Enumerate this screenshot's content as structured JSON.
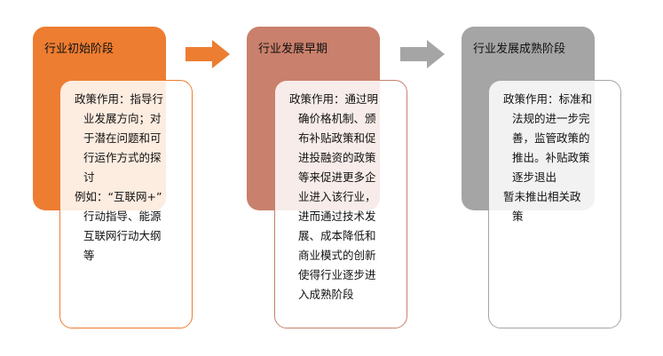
{
  "colors": {
    "stage1": "#ED7D31",
    "stage2": "#C9806C",
    "stage3": "#A5A5A5"
  },
  "stages": [
    {
      "title": "行业初始阶段",
      "lines": [
        "政策作用：指导行",
        "业发展方向；对",
        "于潜在问题和可",
        "行运作方式的探",
        "讨",
        "例如：“互联网+”",
        "行动指导、能源",
        "互联网行动大纲",
        "等"
      ]
    },
    {
      "title": "行业发展早期",
      "lines": [
        "政策作用：通过明",
        "确价格机制、颁",
        "布补贴政策和促",
        "进投融资的政策",
        "等来促进更多企",
        "业进入该行业，",
        "进而通过技术发",
        "展、成本降低和",
        "商业模式的创新",
        "使得行业逐步进",
        "入成熟阶段"
      ]
    },
    {
      "title": "行业发展成熟阶段",
      "lines": [
        "政策作用：标准和",
        "法规的进一步完",
        "善，监管政策的",
        "推出。补贴政策",
        "逐步退出",
        "暂未推出相关政",
        "策"
      ]
    }
  ]
}
